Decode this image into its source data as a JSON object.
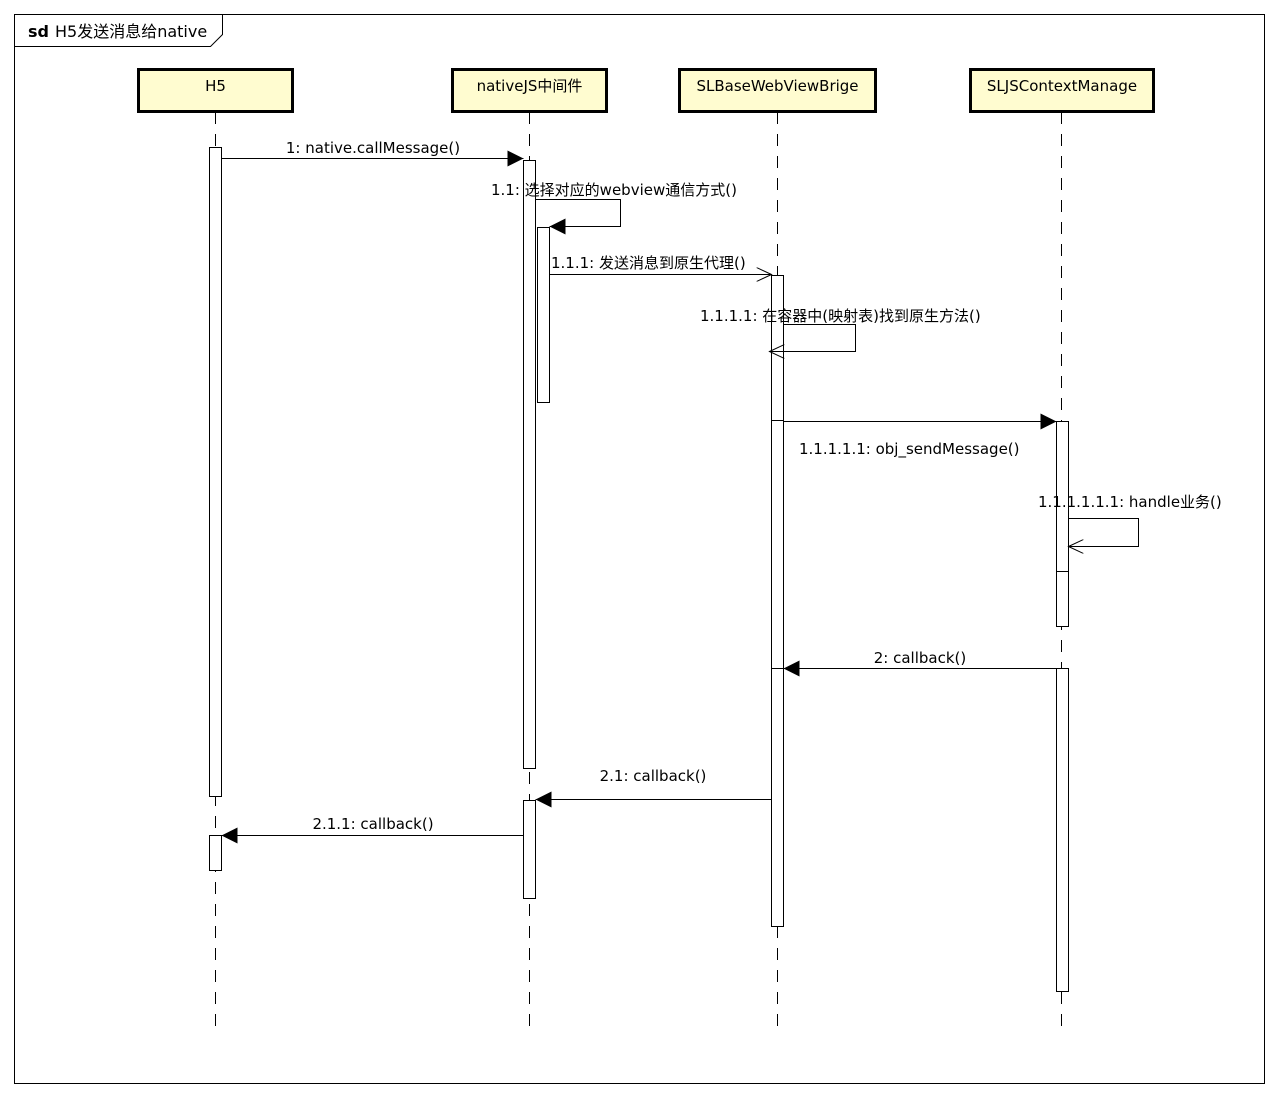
{
  "frame": {
    "keyword": "sd",
    "name": "H5发送消息给native"
  },
  "participants": [
    {
      "id": "h5",
      "label": "H5"
    },
    {
      "id": "js",
      "label": "nativeJS中间件"
    },
    {
      "id": "bridge",
      "label": "SLBaseWebViewBrige"
    },
    {
      "id": "ctx",
      "label": "SLJSContextManage"
    }
  ],
  "messages": [
    {
      "id": "m1",
      "label": "1: native.callMessage()",
      "from": "h5",
      "to": "js",
      "kind": "sync"
    },
    {
      "id": "m11",
      "label": "1.1: 选择对应的webview通信方式()",
      "from": "js",
      "to": "js",
      "kind": "self-sync"
    },
    {
      "id": "m111",
      "label": "1.1.1: 发送消息到原生代理()",
      "from": "js",
      "to": "bridge",
      "kind": "async"
    },
    {
      "id": "m1111",
      "label": "1.1.1.1: 在容器中(映射表)找到原生方法()",
      "from": "bridge",
      "to": "bridge",
      "kind": "self-async"
    },
    {
      "id": "m11111",
      "label": "1.1.1.1.1: obj_sendMessage()",
      "from": "bridge",
      "to": "ctx",
      "kind": "sync"
    },
    {
      "id": "m111111",
      "label": "1.1.1.1.1.1: handle业务()",
      "from": "ctx",
      "to": "ctx",
      "kind": "self-async"
    },
    {
      "id": "m2",
      "label": "2: callback()",
      "from": "ctx",
      "to": "bridge",
      "kind": "sync"
    },
    {
      "id": "m21",
      "label": "2.1: callback()",
      "from": "bridge",
      "to": "js",
      "kind": "sync"
    },
    {
      "id": "m211",
      "label": "2.1.1: callback()",
      "from": "js",
      "to": "h5",
      "kind": "sync"
    }
  ],
  "colors": {
    "participant_fill": "#fffcd0",
    "line": "#000000"
  }
}
